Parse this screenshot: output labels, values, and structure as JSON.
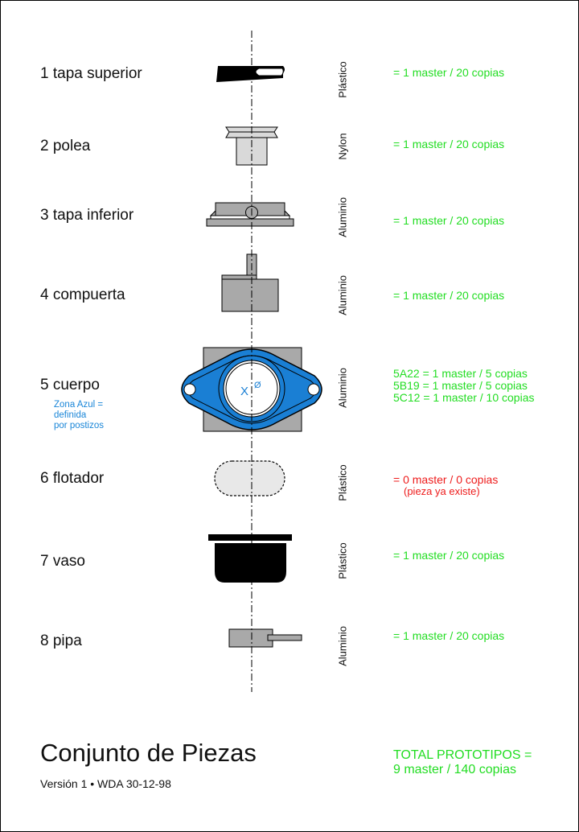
{
  "parts": [
    {
      "name": "1 tapa superior",
      "material": "Plástico",
      "quantity": "= 1 master /  20 copias"
    },
    {
      "name": "2 polea",
      "material": "Nylon",
      "quantity": "= 1 master /  20 copias"
    },
    {
      "name": "3 tapa inferior",
      "material": "Aluminio",
      "quantity": "= 1 master /  20 copias"
    },
    {
      "name": "4 compuerta",
      "material": "Aluminio",
      "quantity": "= 1 master /  20 copias"
    },
    {
      "name": "5 cuerpo",
      "material": "Aluminio",
      "note": [
        "Zona Azul =",
        "definida",
        "por postizos"
      ],
      "quantities": [
        "5A22 =  1 master /   5 copias",
        "5B19 =  1 master /   5 copias",
        "5C12 =  1 master / 10 copias"
      ],
      "drawing_label": "X",
      "drawing_symbol": "Ø"
    },
    {
      "name": "6 flotador",
      "material": "Plástico",
      "quantity": "= 0 master /  0 copias",
      "quantity_note": "(pieza ya existe)"
    },
    {
      "name": "7 vaso",
      "material": "Plástico",
      "quantity": "= 1 master /  20 copias"
    },
    {
      "name": "8 pipa",
      "material": "Aluminio",
      "quantity": "= 1 master /  20 copias"
    }
  ],
  "title": "Conjunto de Piezas",
  "version": "Versión 1 •  WDA 30-12-98",
  "total": [
    "TOTAL PROTOTIPOS =",
    "9 master / 140 copias"
  ],
  "colors": {
    "ok": "#22dd22",
    "warning": "#ee1c1c",
    "blue_zone": "#1a7fd4",
    "metal": "#a9a9a9",
    "plastic_dark": "#000000",
    "float_fill": "#e8e8e8"
  }
}
